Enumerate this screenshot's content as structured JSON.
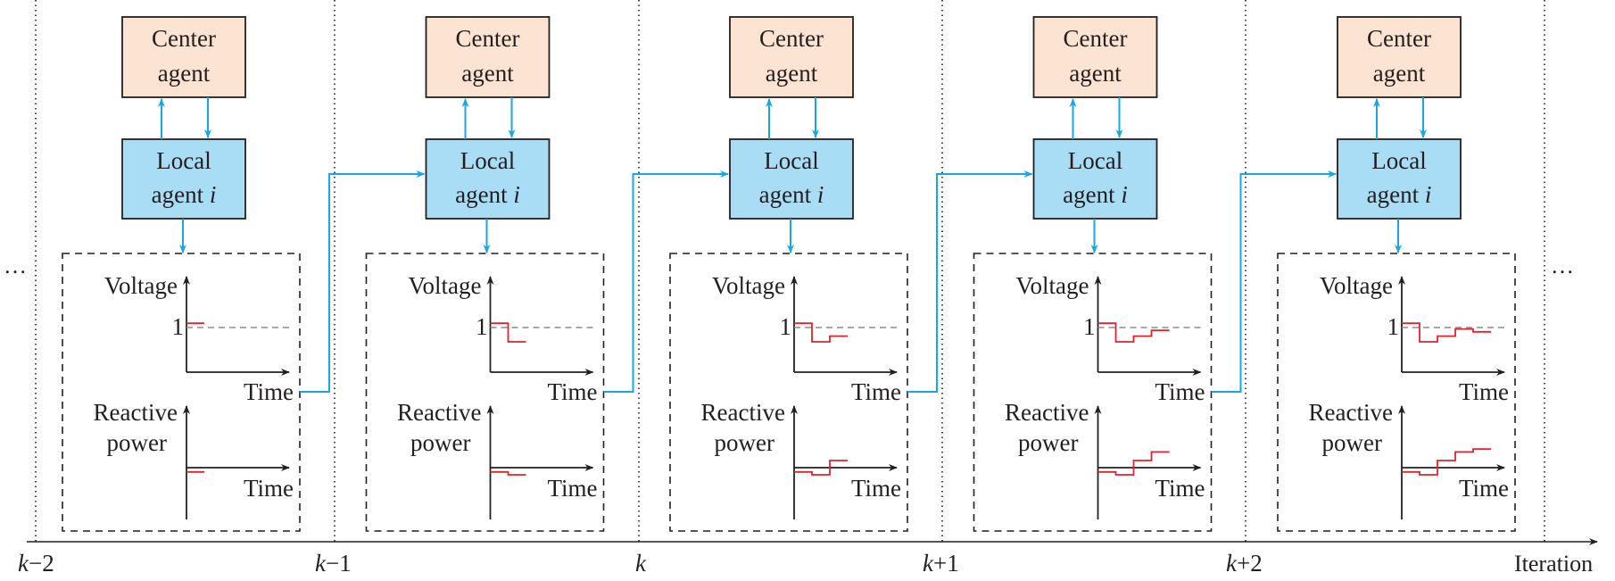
{
  "colors": {
    "center_fill": "#fde3d2",
    "local_fill": "#a9dcf5",
    "arrow_blue": "#1aa6e0",
    "trace_red": "#d9272e",
    "ink": "#231f20",
    "ref_gray": "#8c8c8c"
  },
  "ellipsis_left": "…",
  "ellipsis_right": "…",
  "axis": {
    "label": "Iteration",
    "ticks": [
      "k−2",
      "k−1",
      "k",
      "k+1",
      "k+2"
    ]
  },
  "blocks": {
    "center_line1": "Center",
    "center_line2": "agent",
    "local_line1": "Local",
    "local_line2": "agent",
    "local_index": "i",
    "voltage_label": "Voltage",
    "voltage_ref": "1",
    "time_label": "Time",
    "reactive_line1": "Reactive",
    "reactive_line2": "power"
  },
  "panels": [
    {
      "iteration": "k−2",
      "voltage_steps": [
        0.3
      ],
      "reactive_steps": [
        -0.3
      ]
    },
    {
      "iteration": "k−1",
      "voltage_steps": [
        0.3,
        -1.0
      ],
      "reactive_steps": [
        -0.3,
        -0.5
      ]
    },
    {
      "iteration": "k",
      "voltage_steps": [
        0.3,
        -1.0,
        -0.6
      ],
      "reactive_steps": [
        -0.3,
        -0.5,
        0.5
      ]
    },
    {
      "iteration": "k+1",
      "voltage_steps": [
        0.3,
        -1.0,
        -0.6,
        -0.2
      ],
      "reactive_steps": [
        -0.3,
        -0.5,
        0.5,
        1.1
      ]
    },
    {
      "iteration": "k+2",
      "voltage_steps": [
        0.3,
        -1.0,
        -0.6,
        -0.1,
        -0.3
      ],
      "reactive_steps": [
        -0.3,
        -0.5,
        0.5,
        1.1,
        1.3
      ]
    }
  ]
}
